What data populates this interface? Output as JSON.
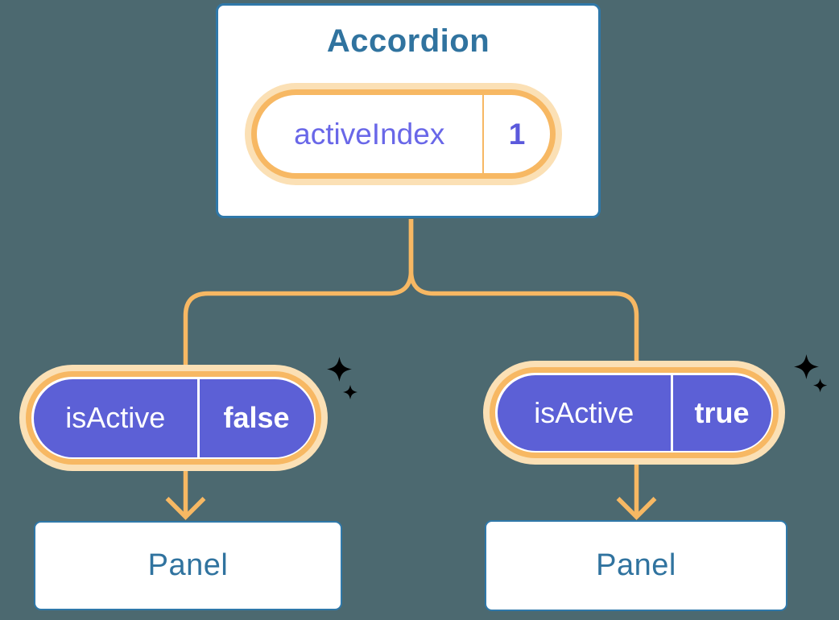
{
  "colors": {
    "bg": "#4C6970",
    "orange": "#F7B863",
    "orangeGlow": "#FBE0B5",
    "indigo": "#5C60D6",
    "blueText": "#30739F",
    "blueBorder": "#2F78A9",
    "purpleText": "#6967E8",
    "purpleBold": "#5B59DC",
    "white": "#FFFFFF"
  },
  "accordion": {
    "title": "Accordion",
    "state_pill": {
      "label": "activeIndex",
      "value": "1"
    }
  },
  "children": [
    {
      "prop_pill": {
        "label": "isActive",
        "value": "false"
      },
      "panel": {
        "title": "Panel"
      }
    },
    {
      "prop_pill": {
        "label": "isActive",
        "value": "true"
      },
      "panel": {
        "title": "Panel"
      }
    }
  ],
  "icons": {
    "sparkle": "four-point-star",
    "arrow": "arrow-down",
    "connector": "tree-branch-lines"
  }
}
